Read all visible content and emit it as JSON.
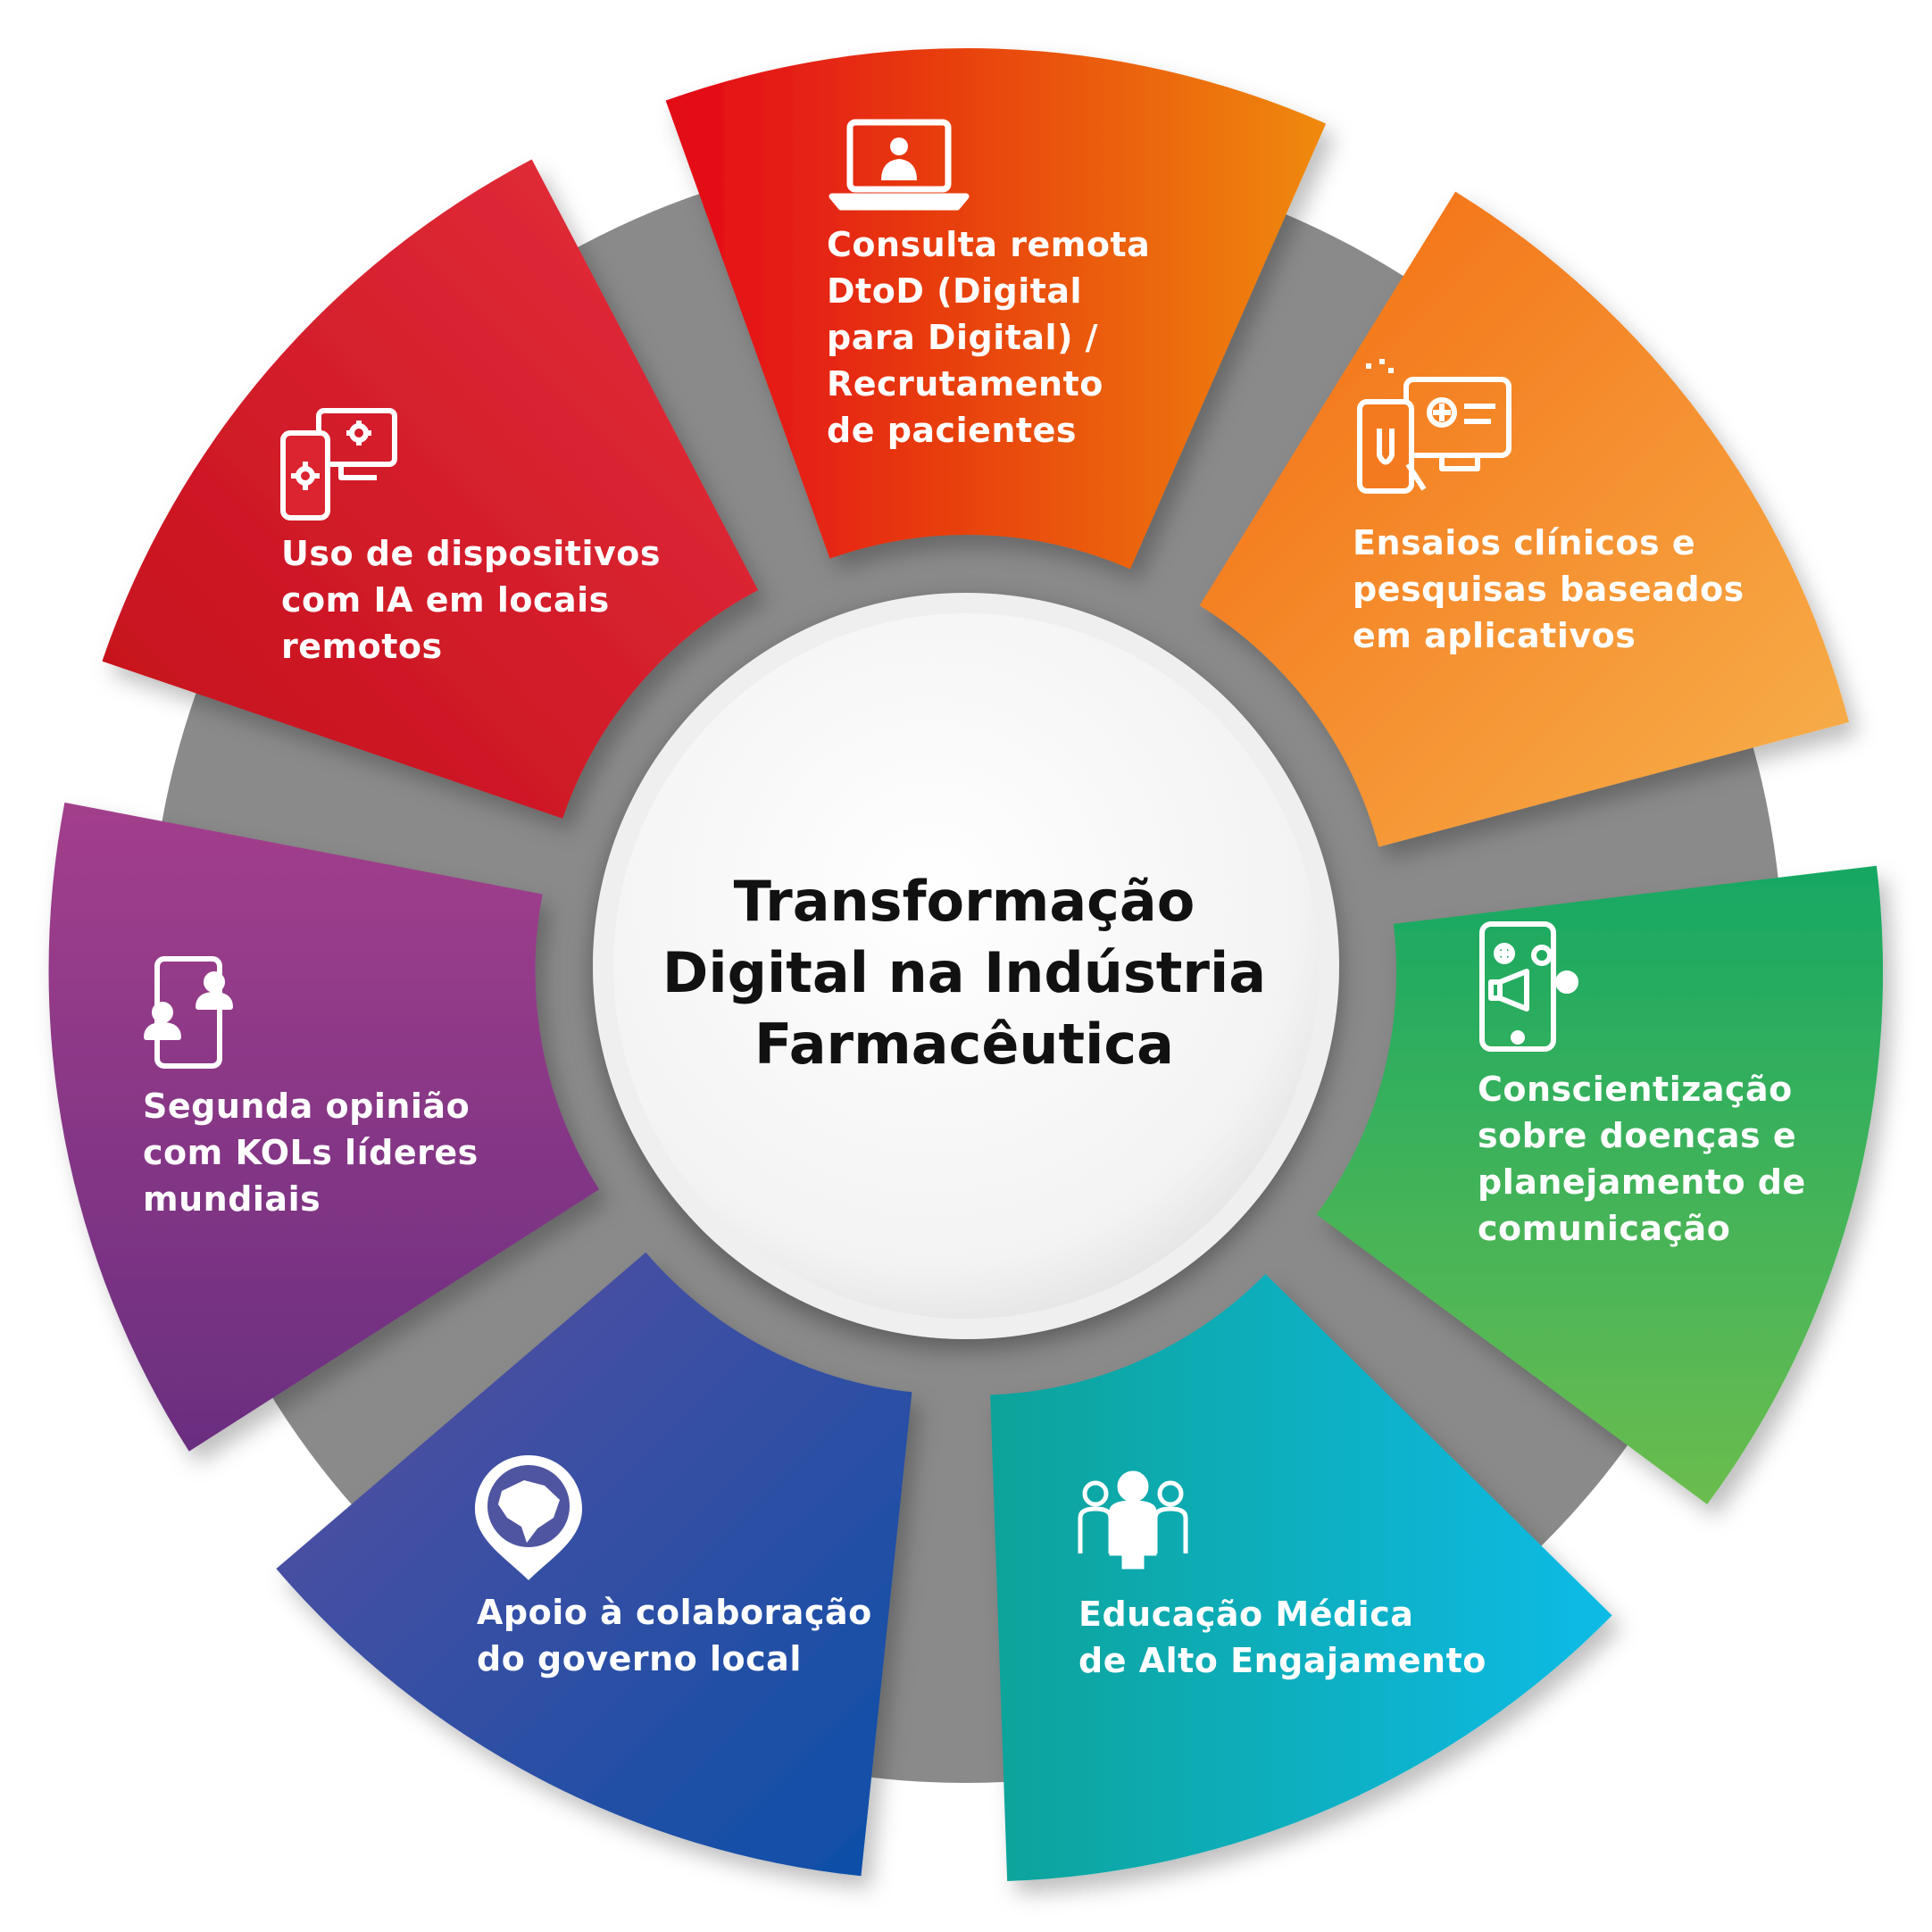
{
  "center": {
    "title": "Transformação\nDigital na Indústria\nFarmacêutica"
  },
  "segments": [
    {
      "label": "Consulta remota\nDtoD (Digital\npara Digital) /\nRecrutamento\nde pacientes",
      "icon": "laptop-doctor-icon",
      "color_start": "#e30613",
      "color_end": "#ef8a0e"
    },
    {
      "label": "Ensaios clínicos e\npesquisas baseados\nem aplicativos",
      "icon": "mobile-clinical-app-icon",
      "color_start": "#f36a10",
      "color_end": "#f7b24d"
    },
    {
      "label": "Conscientização\nsobre doenças e\nplanejamento de\ncomunicação",
      "icon": "phone-megaphone-icon",
      "color_start": "#17a864",
      "color_end": "#6bbd4e"
    },
    {
      "label": "Educação Médica\nde Alto Engajamento",
      "icon": "group-people-icon",
      "color_start": "#0fa39a",
      "color_end": "#0abbe6"
    },
    {
      "label": "Apoio à colaboração\ndo governo local",
      "icon": "map-pin-brazil-icon",
      "color_start": "#5b4fa0",
      "color_end": "#0b4fa8"
    },
    {
      "label": "Segunda opinião\ncom KOLs líderes\nmundiais",
      "icon": "phone-doctors-icon",
      "color_start": "#a33f8c",
      "color_end": "#6a2e80"
    },
    {
      "label": "Uso de dispositivos\ncom IA em locais\nremotos",
      "icon": "devices-ai-icon",
      "color_start": "#e5303d",
      "color_end": "#c30d1a"
    }
  ]
}
